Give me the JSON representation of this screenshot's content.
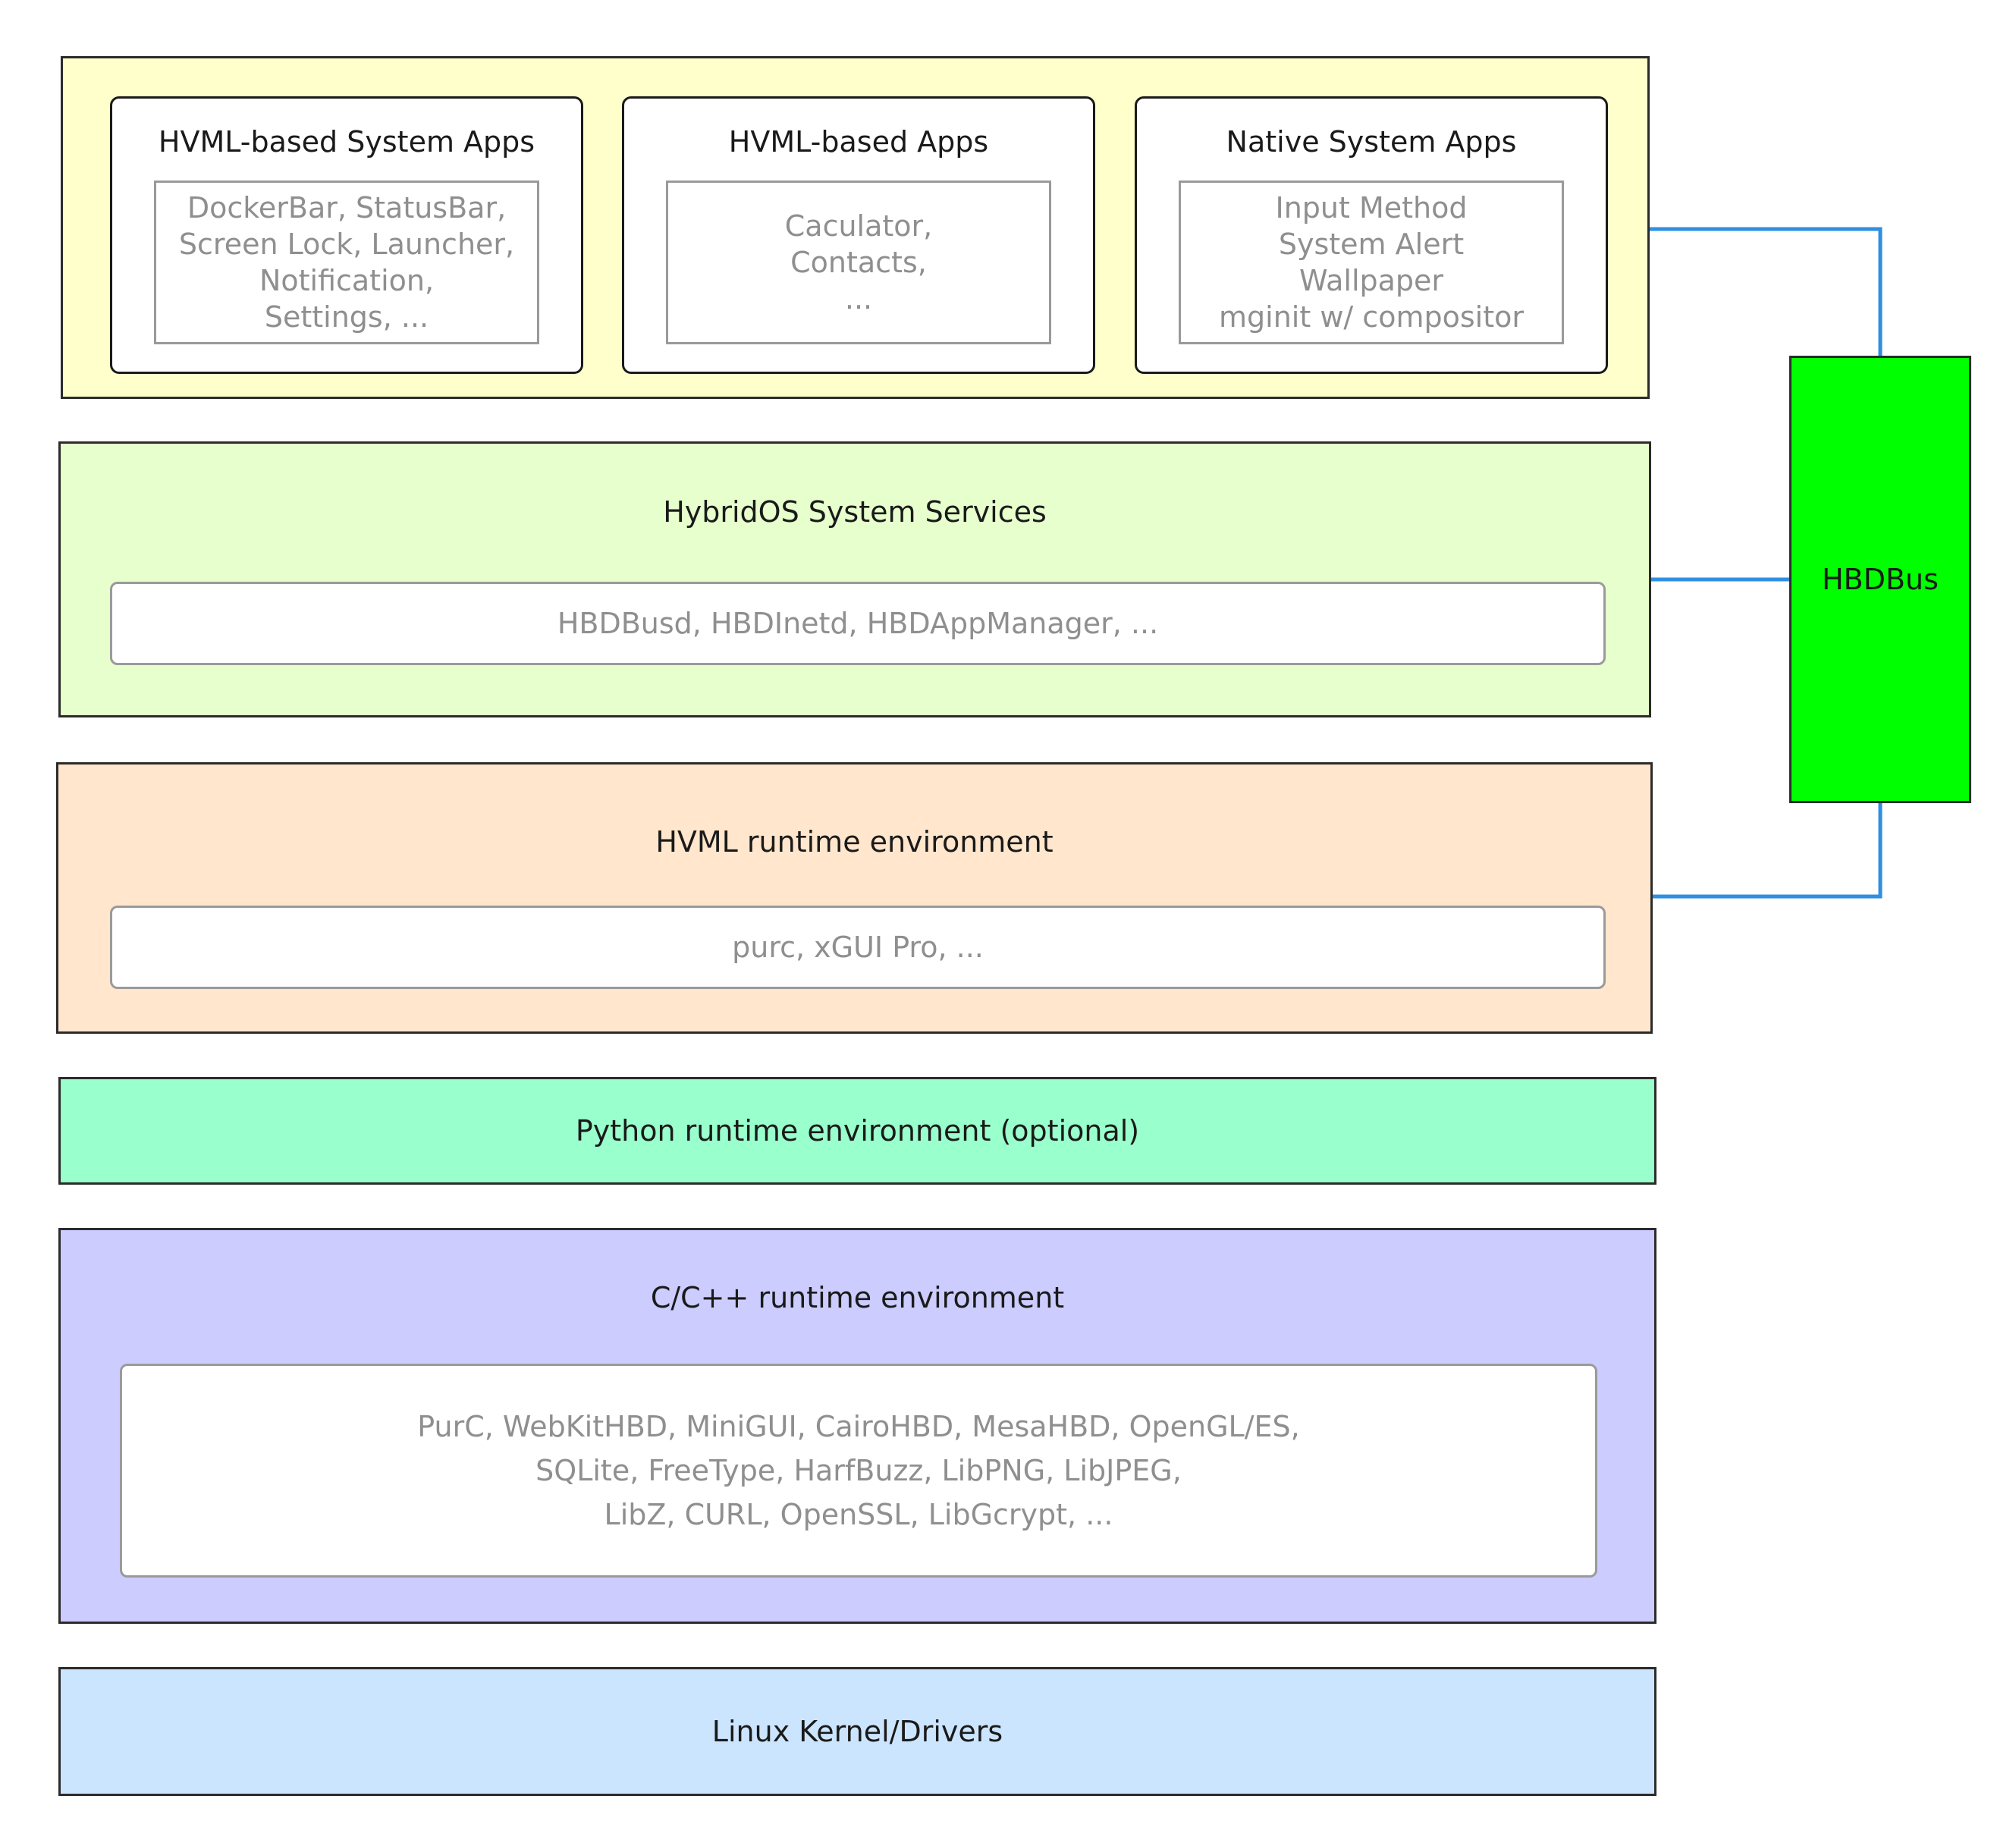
{
  "colors": {
    "apps_layer": "#ffffcc",
    "services_layer": "#e6ffcc",
    "hvml_layer": "#ffe6cc",
    "python_layer": "#99ffcc",
    "cpp_layer": "#ccccff",
    "kernel_layer": "#cce5ff",
    "bus_box": "#00ff00",
    "bus_line": "#2f8fe0"
  },
  "apps_layer": {
    "cards": [
      {
        "title": "HVML-based System Apps",
        "lines": [
          "DockerBar, StatusBar,",
          "Screen Lock, Launcher,",
          "Notification,",
          "Settings, ..."
        ]
      },
      {
        "title": "HVML-based Apps",
        "lines": [
          "Caculator,",
          "Contacts,",
          "..."
        ]
      },
      {
        "title": "Native System Apps",
        "lines": [
          "Input Method",
          "System Alert",
          "Wallpaper",
          "mginit w/ compositor"
        ]
      }
    ]
  },
  "services_layer": {
    "title": "HybridOS System Services",
    "content": "HBDBusd, HBDInetd, HBDAppManager, ..."
  },
  "hvml_layer": {
    "title": "HVML runtime environment",
    "content": "purc, xGUI Pro, ..."
  },
  "python_layer": {
    "title": "Python runtime environment (optional)"
  },
  "cpp_layer": {
    "title": "C/C++ runtime environment",
    "lines": [
      "PurC, WebKitHBD, MiniGUI, CairoHBD, MesaHBD, OpenGL/ES,",
      "SQLite, FreeType, HarfBuzz, LibPNG, LibJPEG,",
      "LibZ, CURL, OpenSSL, LibGcrypt, ..."
    ]
  },
  "kernel_layer": {
    "title": "Linux Kernel/Drivers"
  },
  "bus": {
    "label": "HBDBus"
  }
}
